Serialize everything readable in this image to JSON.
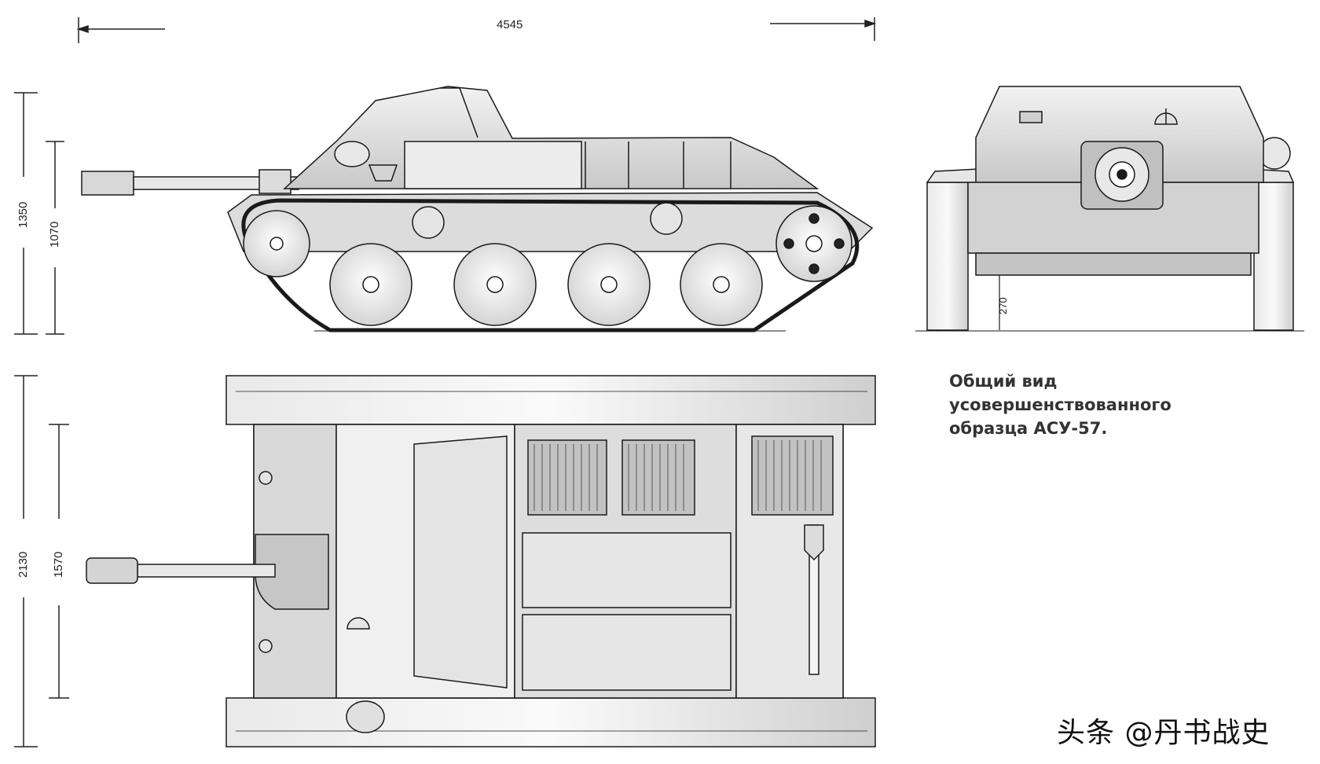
{
  "dimensions": {
    "overall_length": "4545",
    "height_total": "1350",
    "height_hull": "1070",
    "ground_clearance": "270",
    "width_total": "2130",
    "width_hull": "1570"
  },
  "caption": {
    "line1": "Общий вид усовершенствованного",
    "line2": "образца АСУ-57."
  },
  "watermark": "头条 @丹书战史",
  "colors": {
    "line": "#1a1a1a",
    "fill_light": "#e4e4e4",
    "fill_mid": "#cfcfcf",
    "fill_dark": "#a9a9a9"
  }
}
